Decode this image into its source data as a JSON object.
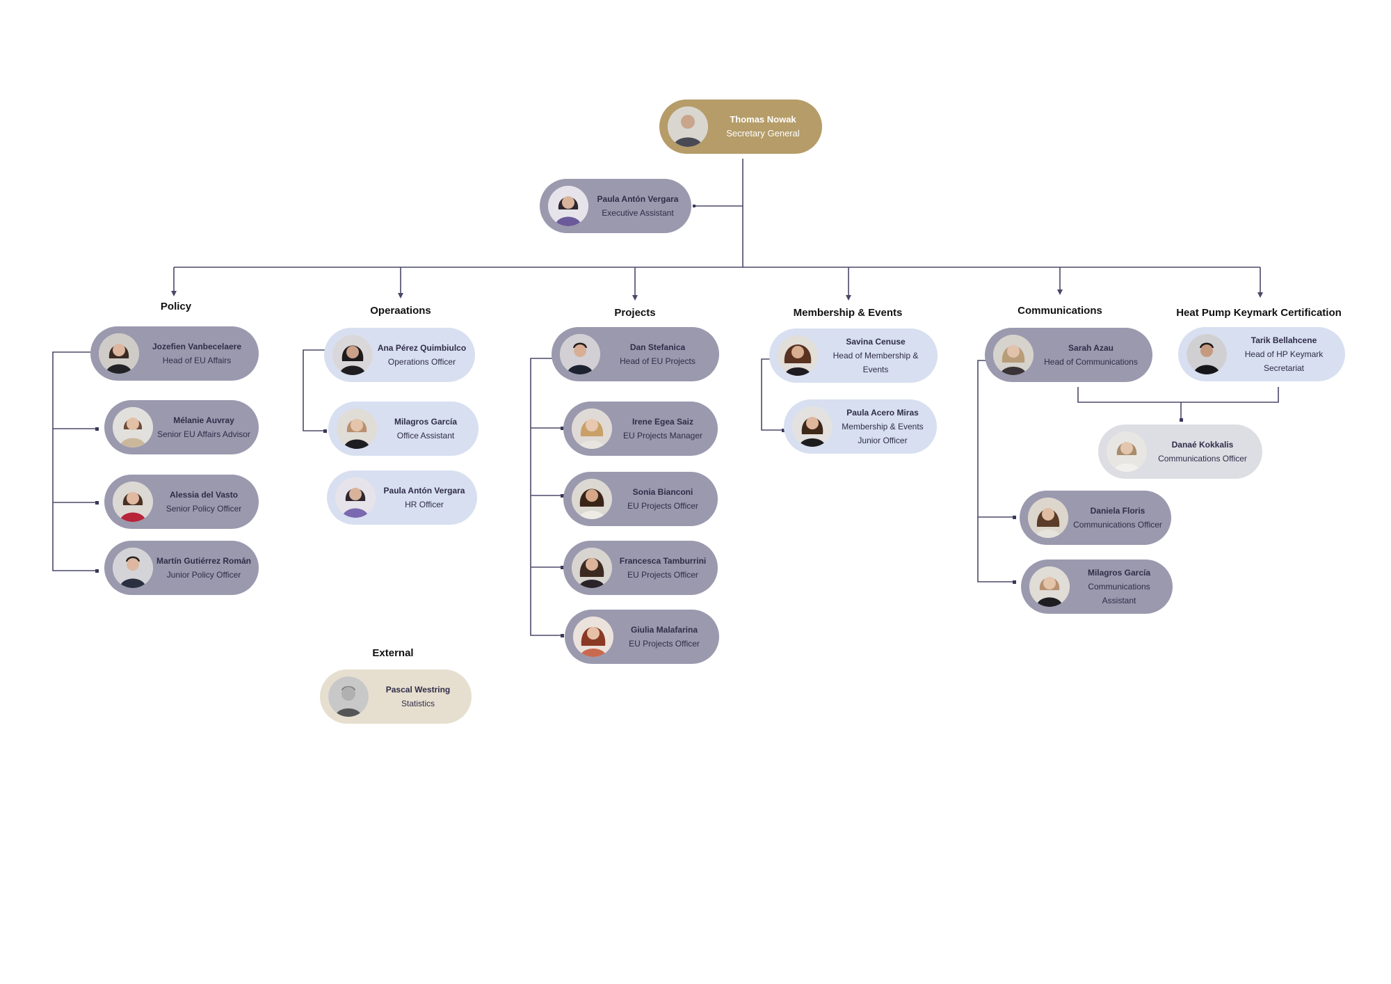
{
  "colors": {
    "connector": "#4a4868",
    "dark": "#9b99ae",
    "light": "#d7dff0",
    "gold": "#b59c68",
    "beige": "#e6dfd0",
    "grey": "#dddde4"
  },
  "top": {
    "name": "Thomas Nowak",
    "role": "Secretary General"
  },
  "assistant": {
    "name": "Paula Antón Vergara",
    "role": "Executive Assistant"
  },
  "departments": {
    "policy": "Policy",
    "operations": "Operaations",
    "projects": "Projects",
    "membership": "Membership & Events",
    "communications": "Communications",
    "keymark": "Heat Pump Keymark Certification",
    "external": "External"
  },
  "people": {
    "jozefien": {
      "name": "Jozefien Vanbecelaere",
      "role": "Head of EU Affairs"
    },
    "melanie": {
      "name": "Mélanie Auvray",
      "role": "Senior EU Affairs Advisor"
    },
    "alessia": {
      "name": "Alessia del Vasto",
      "role": "Senior Policy Officer"
    },
    "martin": {
      "name": "Martín Gutiérrez Román",
      "role": "Junior Policy Officer"
    },
    "ana": {
      "name": "Ana Pérez Quimbiulco",
      "role": "Operations Officer"
    },
    "milagros_ops": {
      "name": "Milagros García",
      "role": "Office Assistant"
    },
    "paula_hr": {
      "name": "Paula Antón Vergara",
      "role": "HR Officer"
    },
    "dan": {
      "name": "Dan Stefanica",
      "role": "Head of EU Projects"
    },
    "irene": {
      "name": "Irene Egea Saiz",
      "role": "EU Projects Manager"
    },
    "sonia": {
      "name": "Sonia Bianconi",
      "role": "EU Projects Officer"
    },
    "francesca": {
      "name": "Francesca Tamburrini",
      "role": "EU Projects Officer"
    },
    "giulia": {
      "name": "Giulia Malafarina",
      "role": "EU Projects Officer"
    },
    "savina": {
      "name": "Savina Cenuse",
      "role": "Head of Membership & Events"
    },
    "paula_acero": {
      "name": "Paula Acero Miras",
      "role": "Membership & Events Junior Officer"
    },
    "sarah": {
      "name": "Sarah Azau",
      "role": "Head of Communications"
    },
    "tarik": {
      "name": "Tarik Bellahcene",
      "role": "Head of HP Keymark Secretariat"
    },
    "danae": {
      "name": "Danaé Kokkalis",
      "role": "Communications Officer"
    },
    "daniela": {
      "name": "Daniela Floris",
      "role": "Communications Officer"
    },
    "milagros_comm": {
      "name": "Milagros García",
      "role": "Communications Assistant"
    },
    "pascal": {
      "name": "Pascal Westring",
      "role": "Statistics"
    }
  }
}
